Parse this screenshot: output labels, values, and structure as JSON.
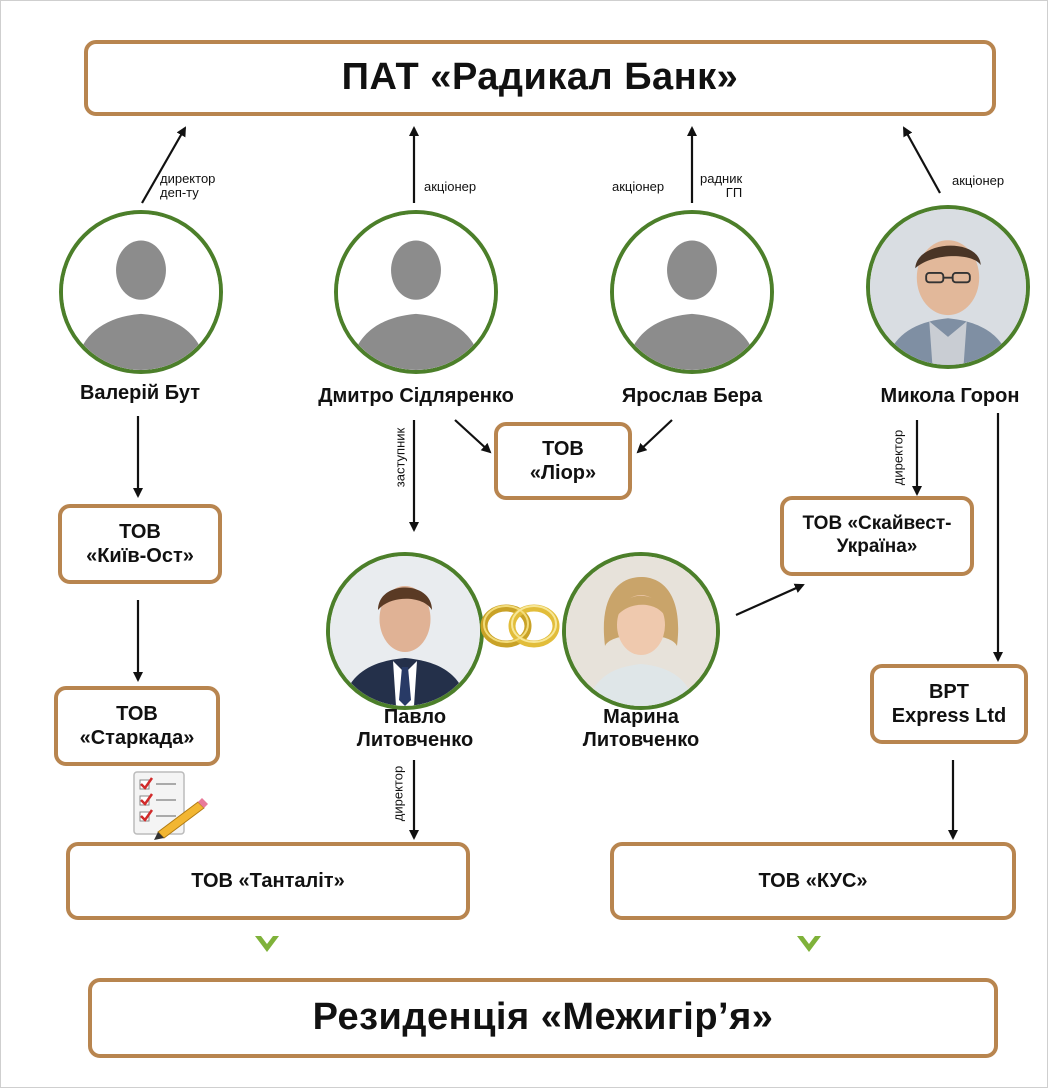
{
  "top_box": "ПАТ «Радикал Банк»",
  "bottom_box": "Резиденція «Межигір’я»",
  "people": {
    "but": "Валерій Бут",
    "sidlyarenko": "Дмитро Сідляренко",
    "bera": "Ярослав Бера",
    "horon": "Микола Горон",
    "pavlo": "Павло\nЛитовченко",
    "maryna": "Марина\nЛитовченко"
  },
  "companies": {
    "kyiv_ost": "ТОВ\n«Київ-Ост»",
    "starkada": "ТОВ\n«Старкада»",
    "lior": "ТОВ\n«Ліор»",
    "skyvest": "ТОВ «Скайвест-\nУкраїна»",
    "bpt": "BPT\nExpress Ltd",
    "tantalit": "ТОВ «Танталіт»",
    "kus": "ТОВ «КУС»"
  },
  "relations": {
    "but_bank": "директор\nдеп-ту",
    "sidlyarenko_bank": "акціонер",
    "bera_bank_1": "акціонер",
    "bera_bank_2": "радник\nГП",
    "horon_bank": "акціонер",
    "deputy": "заступник",
    "horon_director": "директор",
    "pavlo_director": "директор"
  },
  "colors": {
    "box_border": "#b8854f",
    "avatar_border": "#4c7f2a",
    "chevron": "#7fb23a",
    "silhouette": "#8c8c8c"
  },
  "icons": [
    "person-silhouette-icon",
    "wedding-rings-icon",
    "checklist-pencil-icon",
    "chevron-down-icon"
  ]
}
